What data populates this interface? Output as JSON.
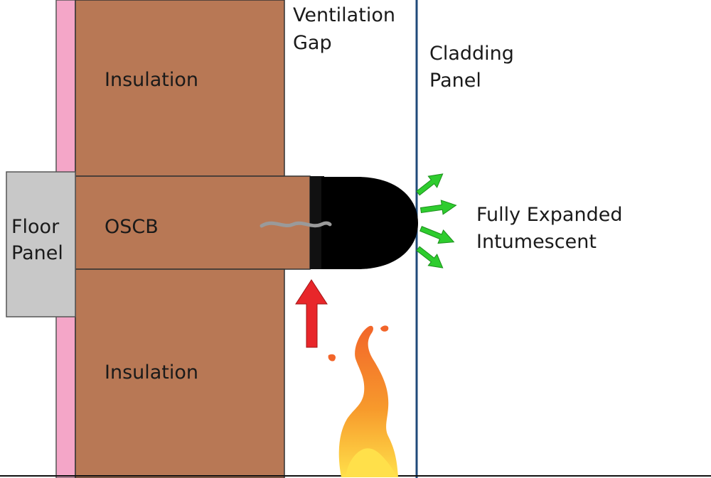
{
  "labels": {
    "insulation_top": "Insulation",
    "insulation_bottom": "Insulation",
    "oscb": "OSCB",
    "floor_panel_line1": "Floor",
    "floor_panel_line2": "Panel",
    "ventilation_gap_line1": "Ventilation",
    "ventilation_gap_line2": "Gap",
    "cladding_panel_line1": "Cladding",
    "cladding_panel_line2": "Panel",
    "intumescent_line1": "Fully Expanded",
    "intumescent_line2": "Intumescent"
  },
  "colors": {
    "membrane": "#f4a6c8",
    "insulation": "#b87855",
    "floor_panel": "#c8c8c8",
    "cladding_line": "#1f4a7a",
    "intumescent": "#000000",
    "expansion_arrows": "#2ecc2e",
    "heat_arrow": "#e8262a",
    "flame_outer": "#f47a2a",
    "flame_inner": "#ffd93d",
    "wire": "#9a9a9a"
  },
  "icons": {
    "heat": "upward-arrow",
    "flame": "fire-icon",
    "expansion": "outward-arrows"
  }
}
